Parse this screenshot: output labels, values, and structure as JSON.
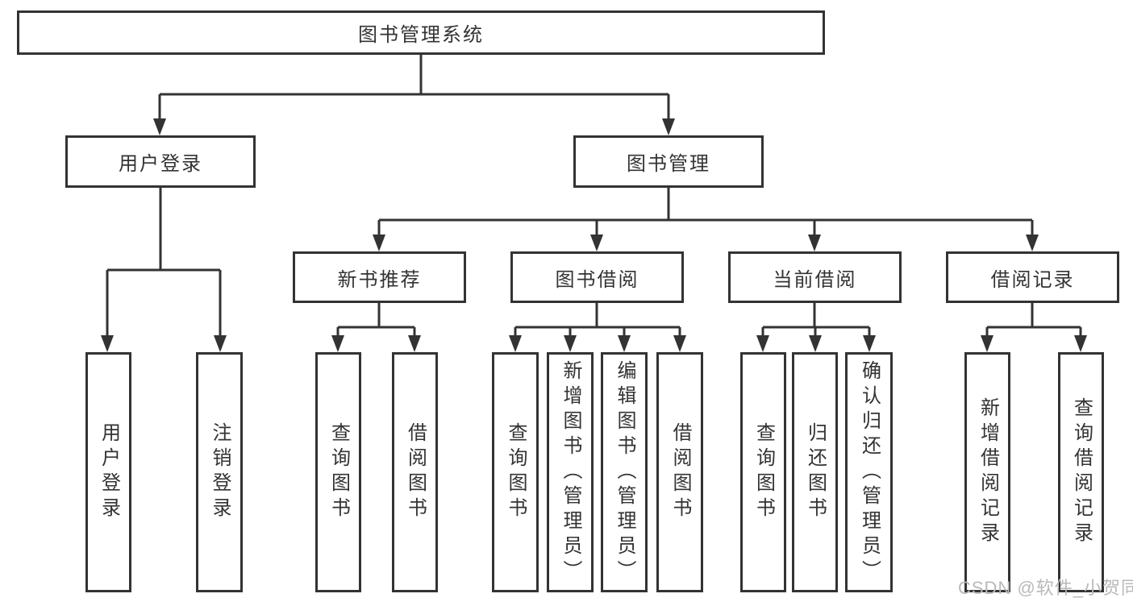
{
  "tree": {
    "root": {
      "label": "图书管理系统"
    },
    "branches": [
      {
        "label": "用户登录",
        "children": [
          {
            "label": "用户登录"
          },
          {
            "label": "注销登录"
          }
        ]
      },
      {
        "label": "图书管理",
        "children": [
          {
            "label": "新书推荐",
            "children": [
              {
                "label": "查询图书"
              },
              {
                "label": "借阅图书"
              }
            ]
          },
          {
            "label": "图书借阅",
            "children": [
              {
                "label": "查询图书"
              },
              {
                "label": "新增图书（管理员）"
              },
              {
                "label": "编辑图书（管理员）"
              },
              {
                "label": "借阅图书"
              }
            ]
          },
          {
            "label": "当前借阅",
            "children": [
              {
                "label": "查询图书"
              },
              {
                "label": "归还图书"
              },
              {
                "label": "确认归还（管理员）"
              }
            ]
          },
          {
            "label": "借阅记录",
            "children": [
              {
                "label": "新增借阅记录"
              },
              {
                "label": "查询借阅记录"
              }
            ]
          }
        ]
      }
    ]
  },
  "watermark": {
    "text": "CSDN @软件_小贺同学"
  },
  "colors": {
    "line": "#333333",
    "text": "#333333",
    "watermark": "#b9b9b9",
    "background": "#ffffff"
  }
}
